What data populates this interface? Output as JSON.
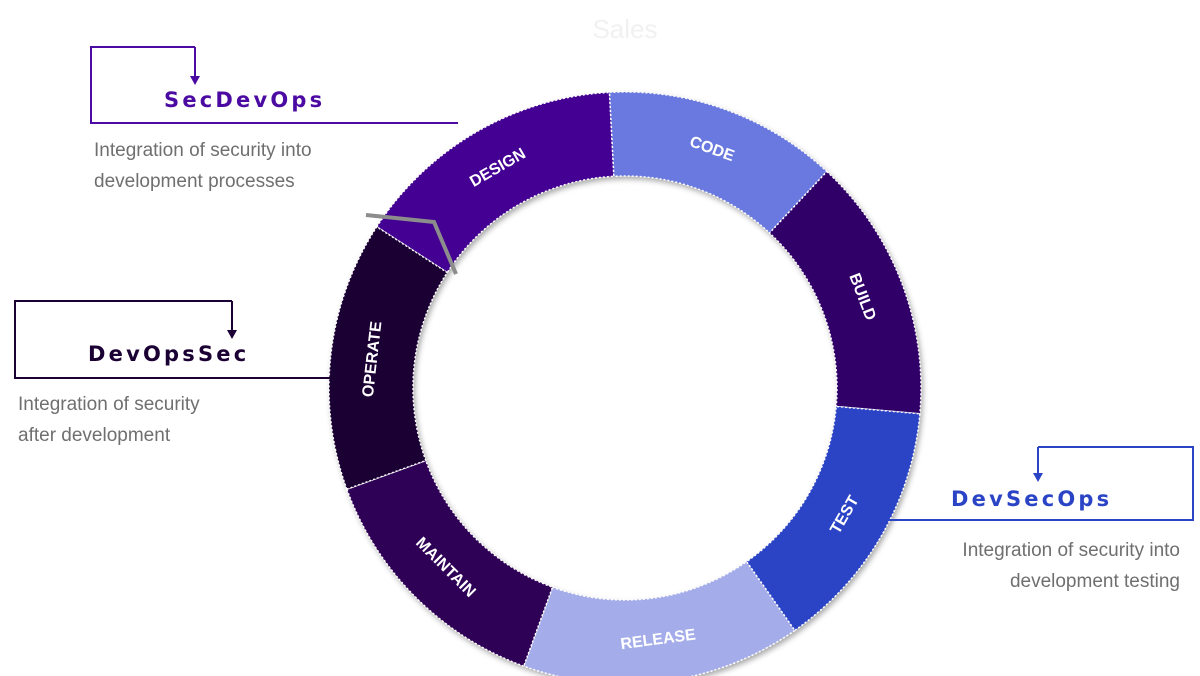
{
  "title": "Sales",
  "cycle": {
    "segments": [
      {
        "label": "DESIGN",
        "color": "#430092",
        "start": -57,
        "end": -3
      },
      {
        "label": "CODE",
        "color": "#6979df",
        "start": -3,
        "end": 43
      },
      {
        "label": "BUILD",
        "color": "#300068",
        "start": 43,
        "end": 95
      },
      {
        "label": "TEST",
        "color": "#2b44c6",
        "start": 95,
        "end": 145
      },
      {
        "label": "RELEASE",
        "color": "#a4ade9",
        "start": 145,
        "end": 200
      },
      {
        "label": "MAINTAIN",
        "color": "#2e0056",
        "start": 200,
        "end": 250
      },
      {
        "label": "OPERATE",
        "color": "#1b0033",
        "start": 250,
        "end": 303
      }
    ]
  },
  "callouts": {
    "secdevops": {
      "heading": "SecDevOps",
      "color": "#4b0aa2",
      "lines": [
        "Integration of security into",
        "development processes"
      ]
    },
    "devopssec": {
      "heading": "DevOpsSec",
      "color": "#1b0033",
      "lines": [
        "Integration of security",
        "after development"
      ]
    },
    "devsecops": {
      "heading": "DevSecOps",
      "color": "#2b44c6",
      "lines": [
        "Integration of security into",
        "development testing"
      ]
    }
  }
}
